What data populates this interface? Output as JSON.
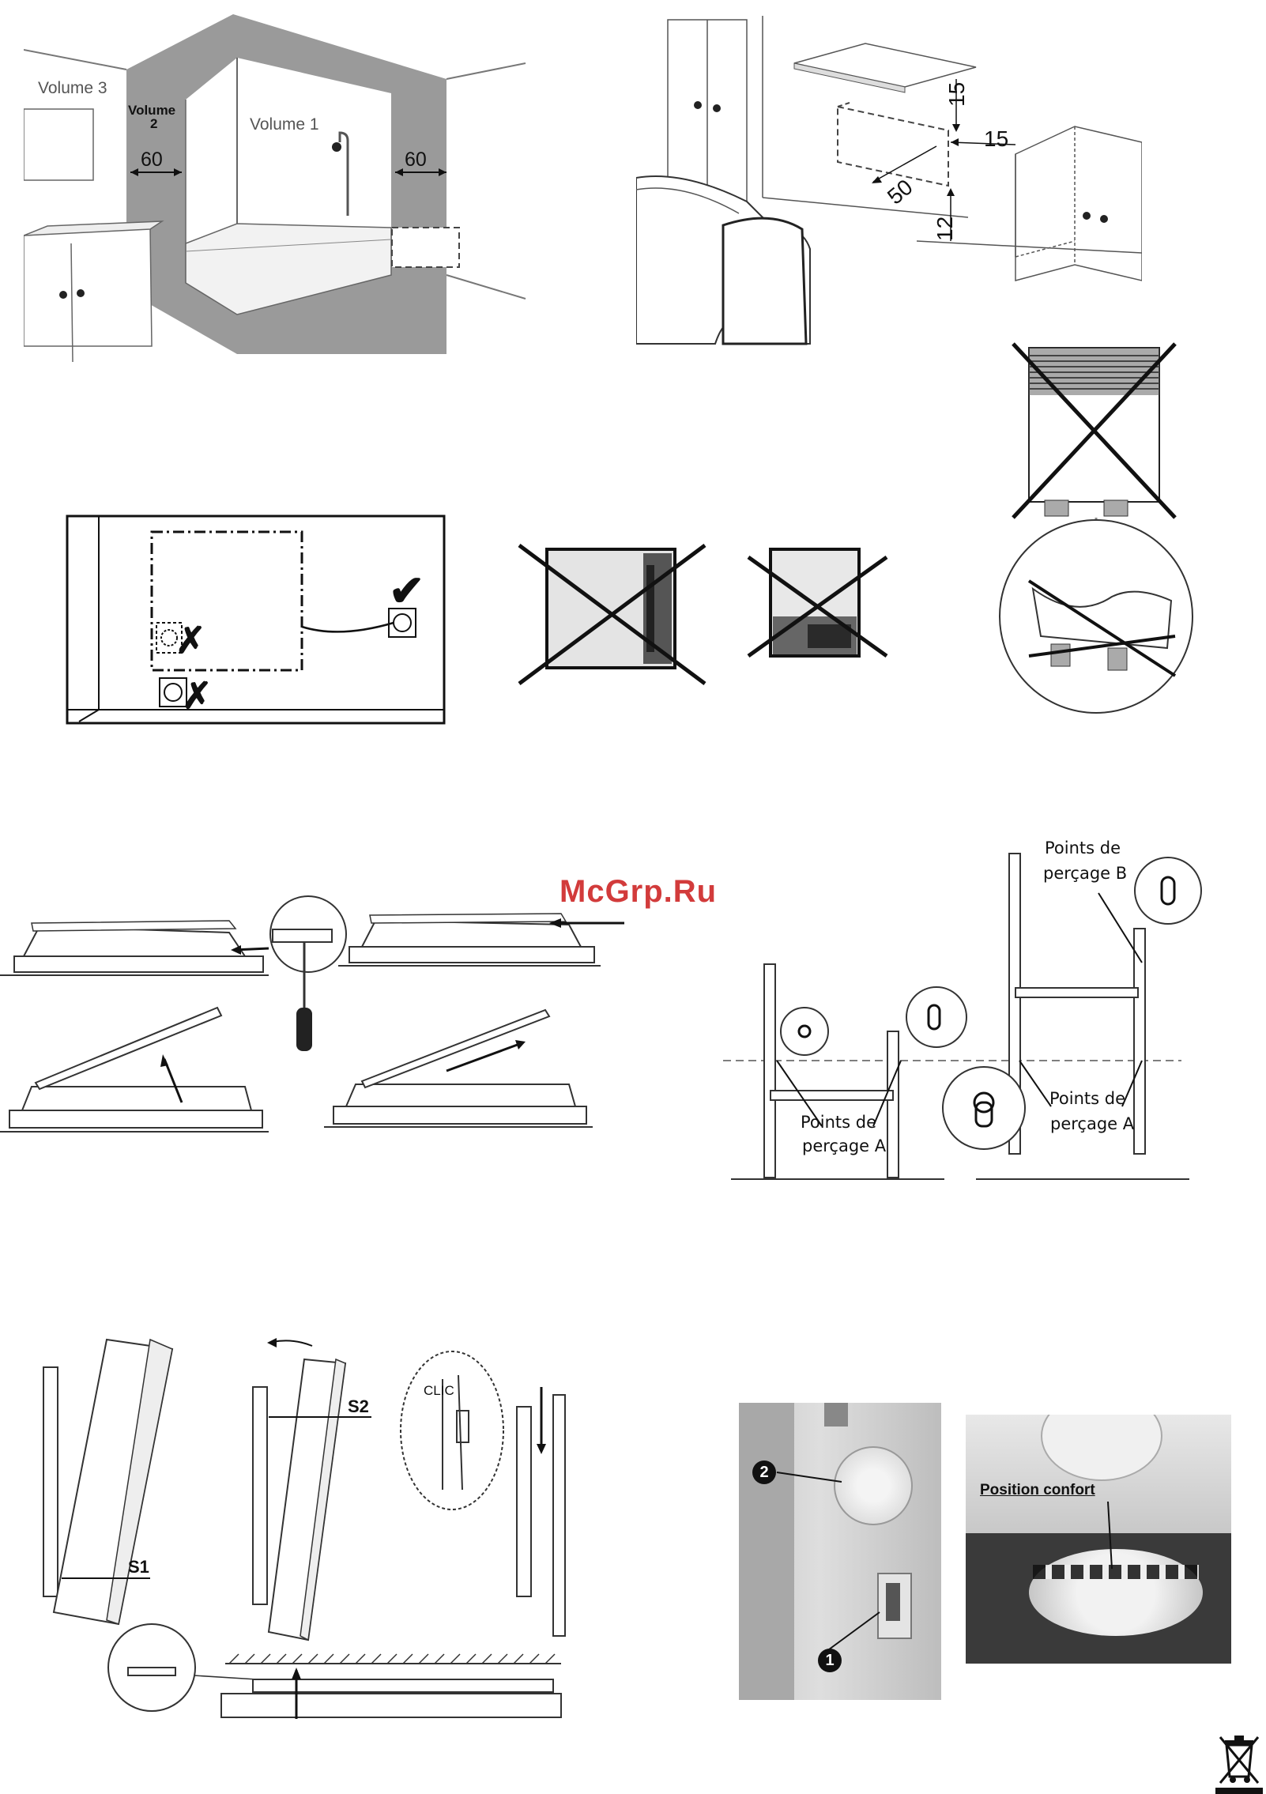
{
  "bathroom": {
    "volume3": "Volume 3",
    "volume2": "Volume",
    "volume2_num": "2",
    "volume1": "Volume 1",
    "dim_left": "60",
    "dim_right": "60"
  },
  "clearance": {
    "top": "15",
    "side": "15",
    "front": "50",
    "bottom": "12"
  },
  "drilling": {
    "label_a1": "Points de",
    "label_a2": "perçage A",
    "label_b1": "Points de",
    "label_b2": "perçage B",
    "label_a3": "Points de",
    "label_a4": "perçage A"
  },
  "mounting": {
    "s1": "S1",
    "s2": "S2",
    "clic": "CLIC"
  },
  "photos": {
    "num1": "1",
    "num2": "2",
    "position": "Position confort"
  },
  "watermark": "McGrp.Ru"
}
